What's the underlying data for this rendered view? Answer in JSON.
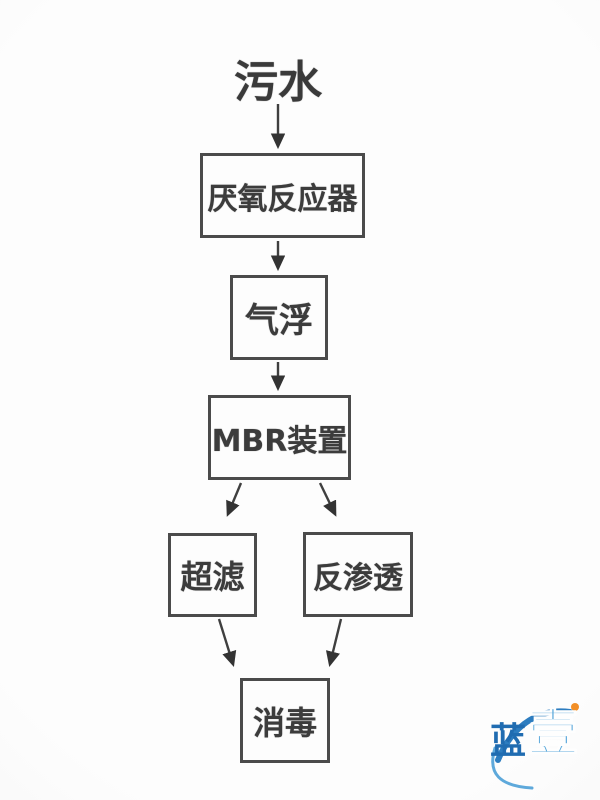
{
  "flowchart": {
    "nodes": [
      {
        "id": "source",
        "label": "污水"
      },
      {
        "id": "anaerobic_reactor",
        "label": "厌氧反应器"
      },
      {
        "id": "air_flotation",
        "label": "气浮"
      },
      {
        "id": "mbr_unit",
        "label": "MBR装置"
      },
      {
        "id": "ultrafiltration",
        "label": "超滤"
      },
      {
        "id": "reverse_osmosis",
        "label": "反渗透"
      },
      {
        "id": "disinfection",
        "label": "消毒"
      }
    ],
    "edges": [
      {
        "from": "source",
        "to": "anaerobic_reactor"
      },
      {
        "from": "anaerobic_reactor",
        "to": "air_flotation"
      },
      {
        "from": "air_flotation",
        "to": "mbr_unit"
      },
      {
        "from": "mbr_unit",
        "to": "ultrafiltration"
      },
      {
        "from": "mbr_unit",
        "to": "reverse_osmosis"
      },
      {
        "from": "ultrafiltration",
        "to": "disinfection"
      },
      {
        "from": "reverse_osmosis",
        "to": "disinfection"
      }
    ],
    "colors": {
      "line": "#3f3f3f",
      "box_border": "#4b4b4b",
      "box_fill": "#fdfdfd",
      "text": "#3c3c3c"
    }
  },
  "watermark": {
    "text": "蓝壹",
    "char_primary": "蓝",
    "char_secondary": "壹",
    "color_primary": "#1565ad",
    "color_secondary": "#4aa0d8",
    "accent_color": "#f28a1c"
  }
}
